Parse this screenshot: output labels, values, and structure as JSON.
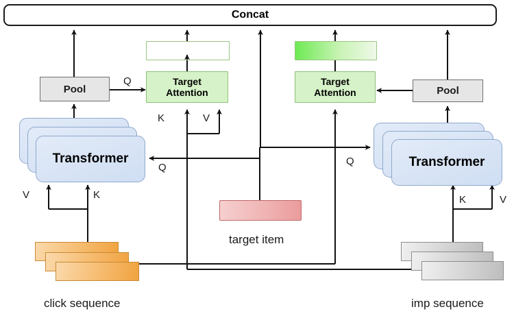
{
  "diagram": {
    "title_box": {
      "label": "Concat"
    },
    "left_branch": {
      "pool": "Pool",
      "transformer": "Transformer",
      "target_attention": "Target\nAttention",
      "sequence_caption": "click sequence",
      "edge_labels": {
        "pool_to_attention": "Q",
        "transformer_q": "Q",
        "seq_v": "V",
        "seq_k": "K",
        "att_k": "K",
        "att_v": "V"
      }
    },
    "right_branch": {
      "pool": "Pool",
      "transformer": "Transformer",
      "target_attention": "Target\nAttention",
      "sequence_caption": "imp sequence",
      "edge_labels": {
        "transformer_q": "Q",
        "seq_k": "K",
        "seq_v": "V"
      }
    },
    "center": {
      "target_item_caption": "target item"
    },
    "colors": {
      "concat_border": "#1a1a1a",
      "pool_fill": "#e6e6e6",
      "attention_fill": "#d6f2c8",
      "transformer_fill": "#cfdef3",
      "click_sequence_fill": "#f0a340",
      "imp_sequence_fill": "#bdbdbd",
      "target_item_fill": "#ea9c9c",
      "wire": "#111111"
    }
  }
}
